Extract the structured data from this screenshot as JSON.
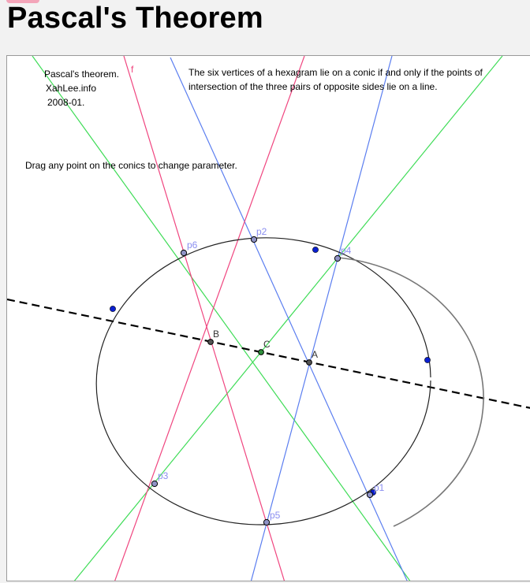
{
  "page": {
    "title": "Pascal's Theorem"
  },
  "applet": {
    "caption_lines": [
      "Pascal's theorem.",
      "XahLee.info",
      "2008-01."
    ],
    "statement": "The six vertices of a hexagram lie on a conic if and only if the points of intersection of the three pairs of opposite sides lie on a line.",
    "hint": "Drag any point on the conics to change parameter."
  },
  "diagram": {
    "line_label": "f",
    "vertices": [
      "p1",
      "p2",
      "p3",
      "p4",
      "p5",
      "p6"
    ],
    "intersections": [
      "A",
      "B",
      "C"
    ],
    "colors": {
      "pink": "#f0457f",
      "blue": "#5b7ef0",
      "green": "#3fdc57",
      "vertex_label": "#8a8ef0",
      "conic": "#222222",
      "control_point": "#0a1fd0"
    }
  }
}
